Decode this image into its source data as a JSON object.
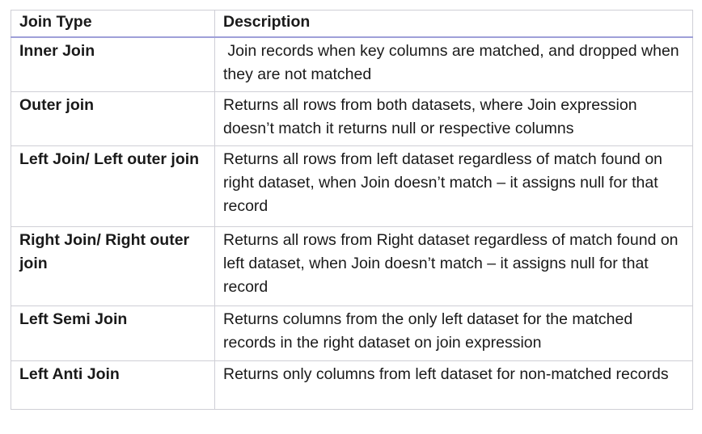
{
  "table": {
    "headers": [
      "Join Type",
      "Description"
    ],
    "rows": [
      {
        "type": "Inner Join",
        "description": " Join records when key columns are matched, and dropped when they are not matched"
      },
      {
        "type": "Outer join",
        "description": "Returns all rows from both datasets, where Join expression doesn’t match it returns null or respective columns"
      },
      {
        "type": "Left Join/ Left outer join",
        "description": "Returns all rows from left dataset regardless of match found on right dataset, when Join doesn’t match – it assigns null for that record"
      },
      {
        "type": "Right Join/ Right outer join",
        "description": "Returns all rows from Right dataset regardless of match found on left dataset, when Join doesn’t match – it assigns null for that record"
      },
      {
        "type": "Left Semi Join",
        "description": "Returns columns from the only left dataset for the matched records in the right dataset on join expression"
      },
      {
        "type": "Left Anti Join",
        "description": "Returns only columns from left dataset for non-matched records"
      }
    ]
  }
}
